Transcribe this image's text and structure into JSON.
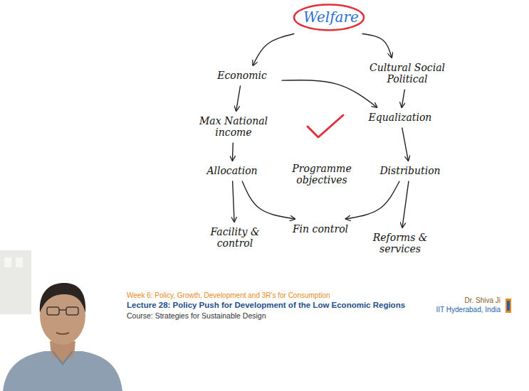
{
  "diagram": {
    "nodes": [
      {
        "text": [
          "Welfare"
        ]
      },
      {
        "text": [
          "Economic"
        ]
      },
      {
        "text": [
          "Cultural Social Political"
        ]
      },
      {
        "text": [
          "Max National income"
        ]
      },
      {
        "text": [
          "Equalization"
        ]
      },
      {
        "text": [
          "Allocation"
        ]
      },
      {
        "text": [
          "Programme objectives"
        ]
      },
      {
        "text": [
          "Distribution"
        ]
      },
      {
        "text": [
          "Facility & control"
        ]
      },
      {
        "text": [
          "Fin control"
        ]
      },
      {
        "text": [
          "Reforms & services"
        ]
      }
    ],
    "edges": [
      {
        "from": 0,
        "to": 1,
        "arrow": "to"
      },
      {
        "from": 0,
        "to": 2,
        "arrow": "to"
      },
      {
        "from": 1,
        "to": 3,
        "arrow": "to"
      },
      {
        "from": 1,
        "to": 4,
        "arrow": "to"
      },
      {
        "from": 2,
        "to": 4,
        "arrow": "to"
      },
      {
        "from": 3,
        "to": 5,
        "arrow": "to"
      },
      {
        "from": 4,
        "to": 7,
        "arrow": "to"
      },
      {
        "from": 5,
        "to": 8,
        "arrow": "to"
      },
      {
        "from": 5,
        "to": 9,
        "arrow": "to"
      },
      {
        "from": 7,
        "to": 9,
        "arrow": "to"
      },
      {
        "from": 7,
        "to": 10,
        "arrow": "to"
      }
    ],
    "labels": [
      "Week 6: Policy, Growth, Development and 3R's for Consumption",
      "Lecture 28: Policy Push for Development of the Low Economic Regions",
      "Course: Strategies for Sustainable Design",
      "Dr. Shiva Ji",
      "IIT Hyderabad, India"
    ]
  }
}
